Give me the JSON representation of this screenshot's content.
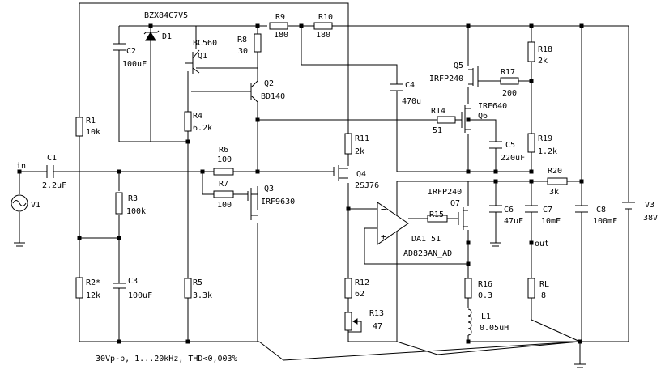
{
  "components": {
    "D1": {
      "ref": "D1",
      "type": "BZX84C7V5"
    },
    "C1": {
      "ref": "C1",
      "value": "2.2uF"
    },
    "C2": {
      "ref": "C2",
      "value": "100uF"
    },
    "C3": {
      "ref": "C3",
      "value": "100uF"
    },
    "C4": {
      "ref": "C4",
      "value": "470u"
    },
    "C5": {
      "ref": "C5",
      "value": "220uF"
    },
    "C6": {
      "ref": "C6",
      "value": "47uF"
    },
    "C7": {
      "ref": "C7",
      "value": "10mF"
    },
    "C8": {
      "ref": "C8",
      "value": "100mF"
    },
    "R1": {
      "ref": "R1",
      "value": "10k"
    },
    "R2": {
      "ref": "R2*",
      "value": "12k"
    },
    "R3": {
      "ref": "R3",
      "value": "100k"
    },
    "R4": {
      "ref": "R4",
      "value": "6.2k"
    },
    "R5": {
      "ref": "R5",
      "value": "3.3k"
    },
    "R6": {
      "ref": "R6",
      "value": "100"
    },
    "R7": {
      "ref": "R7",
      "value": "100"
    },
    "R8": {
      "ref": "R8",
      "value": "30"
    },
    "R9": {
      "ref": "R9",
      "value": "180"
    },
    "R10": {
      "ref": "R10",
      "value": "180"
    },
    "R11": {
      "ref": "R11",
      "value": "2k"
    },
    "R12": {
      "ref": "R12",
      "value": "62"
    },
    "R13": {
      "ref": "R13",
      "value": "47"
    },
    "R14": {
      "ref": "R14",
      "value": "51"
    },
    "R15": {
      "ref": "R15",
      "value": "51"
    },
    "R16": {
      "ref": "R16",
      "value": "0.3"
    },
    "R17": {
      "ref": "R17",
      "value": "200"
    },
    "R18": {
      "ref": "R18",
      "value": "2k"
    },
    "R19": {
      "ref": "R19",
      "value": "1.2k"
    },
    "R20": {
      "ref": "R20",
      "value": "3k"
    },
    "RL": {
      "ref": "RL",
      "value": "8"
    },
    "L1": {
      "ref": "L1",
      "value": "0.05uH"
    },
    "Q1": {
      "ref": "Q1",
      "type": "BC560"
    },
    "Q2": {
      "ref": "Q2",
      "type": "BD140"
    },
    "Q3": {
      "ref": "Q3",
      "type": "IRF9630"
    },
    "Q4": {
      "ref": "Q4",
      "type": "2SJ76"
    },
    "Q5": {
      "ref": "Q5",
      "type": "IRFP240"
    },
    "Q6": {
      "ref": "Q6",
      "type": "IRF640"
    },
    "Q7": {
      "ref": "Q7",
      "type": "IRFP240"
    },
    "DA1": {
      "ref": "DA1",
      "type": "AD823AN_AD"
    },
    "V1": {
      "ref": "V1"
    },
    "V3": {
      "ref": "V3",
      "value": "38V"
    }
  },
  "nets": {
    "in": "in",
    "out": "out"
  },
  "footnote": "30Vp-p, 1...20kHz, THD<0,003%"
}
